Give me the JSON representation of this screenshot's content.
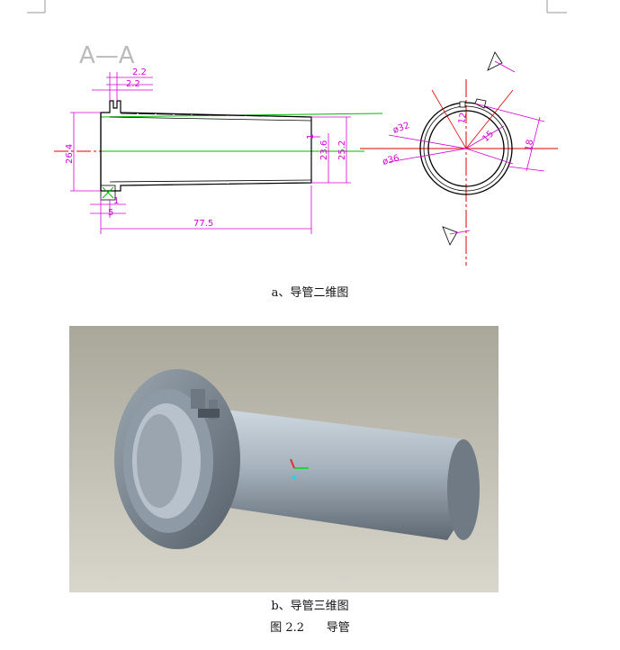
{
  "drawing": {
    "section_label": "A—A",
    "dimensions": {
      "top_1": "2.2",
      "top_2": "2.2",
      "left_height": "26.4",
      "right_inner": "23.6",
      "right_outer": "25.2",
      "small_1": "1",
      "bottom_small": "1",
      "bottom_5": "5",
      "length": "77.5",
      "dia_32": "ø32",
      "dia_36": "ø36",
      "r15": "15",
      "r18": "18",
      "r12": "12"
    },
    "colors": {
      "dimension": "#d400d4",
      "centerline": "#e00000",
      "taper": "#00bb00",
      "outline": "#000000"
    }
  },
  "captions": {
    "a": "a、导管二维图",
    "b": "b、导管三维图",
    "figure": "图 2.2      导管"
  }
}
